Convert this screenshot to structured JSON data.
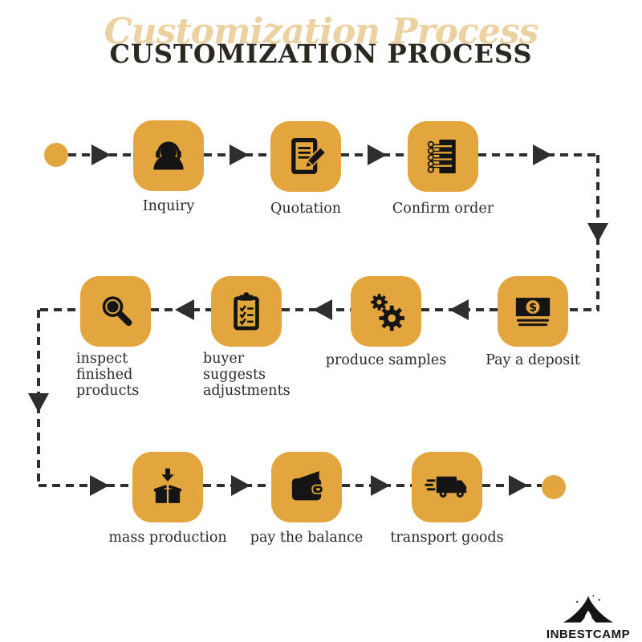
{
  "title": {
    "script": "Customization Process",
    "main": "CUSTOMIZATION PROCESS"
  },
  "steps": [
    {
      "label": "Inquiry",
      "icon": "headset-person-icon"
    },
    {
      "label": "Quotation",
      "icon": "document-pencil-icon"
    },
    {
      "label": "Confirm order",
      "icon": "spiral-notepad-icon"
    },
    {
      "label": "Pay a deposit",
      "icon": "banknote-dollar-icon"
    },
    {
      "label": "produce samples",
      "icon": "gears-icon"
    },
    {
      "label": "buyer suggests adjustments",
      "icon": "clipboard-checklist-icon"
    },
    {
      "label": "inspect finished products",
      "icon": "magnifier-icon"
    },
    {
      "label": "mass production",
      "icon": "packing-box-icon"
    },
    {
      "label": "pay the balance",
      "icon": "wallet-icon"
    },
    {
      "label": "transport goods",
      "icon": "delivery-truck-icon"
    }
  ],
  "icons": {
    "dollar_glyph": "$"
  },
  "logo": {
    "text": "INBESTCAMP",
    "icon": "tent-icon"
  },
  "colors": {
    "gold": "#E3A63E",
    "icon_ink": "#141414",
    "text_ink": "#2D2A26",
    "arrow": "#2E2E2E",
    "script_tan": "#ECD2A2"
  }
}
